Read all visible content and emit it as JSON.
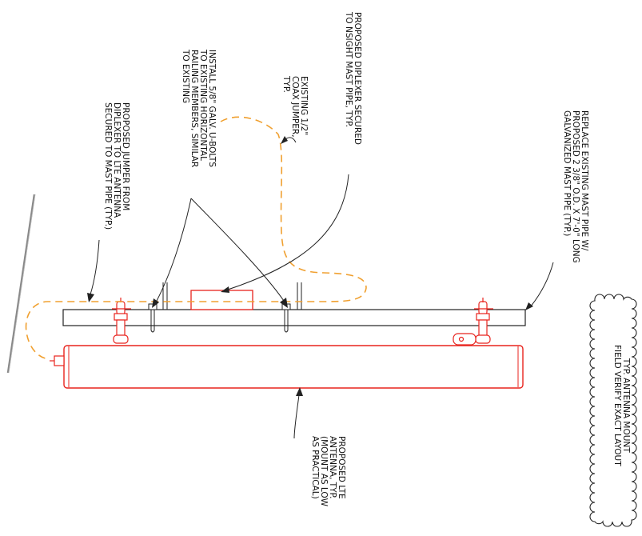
{
  "notes": {
    "jumper": "PROPOSED JUMPER FROM\nDIPLEXER TO LTE ANTENNA\nSECURED TO MAST PIPE (TYP.)",
    "ubolts": "INSTALL 5/8\" GALV. U-BOLTS\nTO EXISTING HORIZONTAL\nRAILING MEMBERS, SIMILAR\nTO EXISTING",
    "coax": "EXISTING 1/2\"\nCOAX JUMPER,\nTYP.",
    "diplexer": "PROPOSED DIPLEXER SECURED\nTO NSIGHT MAST PIPE, TYP.",
    "mast": "REPLACE EXISTING MAST PIPE W/\nPROPOSED 2 3/8\" O.D. x 7'-0\" LONG\nGALVANIZED MAST PIPE (TYP.)",
    "antenna": "PROPOSED LTE\nANTENNA, TYP.\n(MOUNT AS LOW\nAS PRACTICAL)",
    "cloud": "TYP. ANTENNA MOUNT\nFIELD VERIFY EXACT LAYOUT"
  },
  "colors": {
    "line": "#222222",
    "proposed": "#e8231d",
    "coax": "#f0a030",
    "railing": "#888888"
  }
}
